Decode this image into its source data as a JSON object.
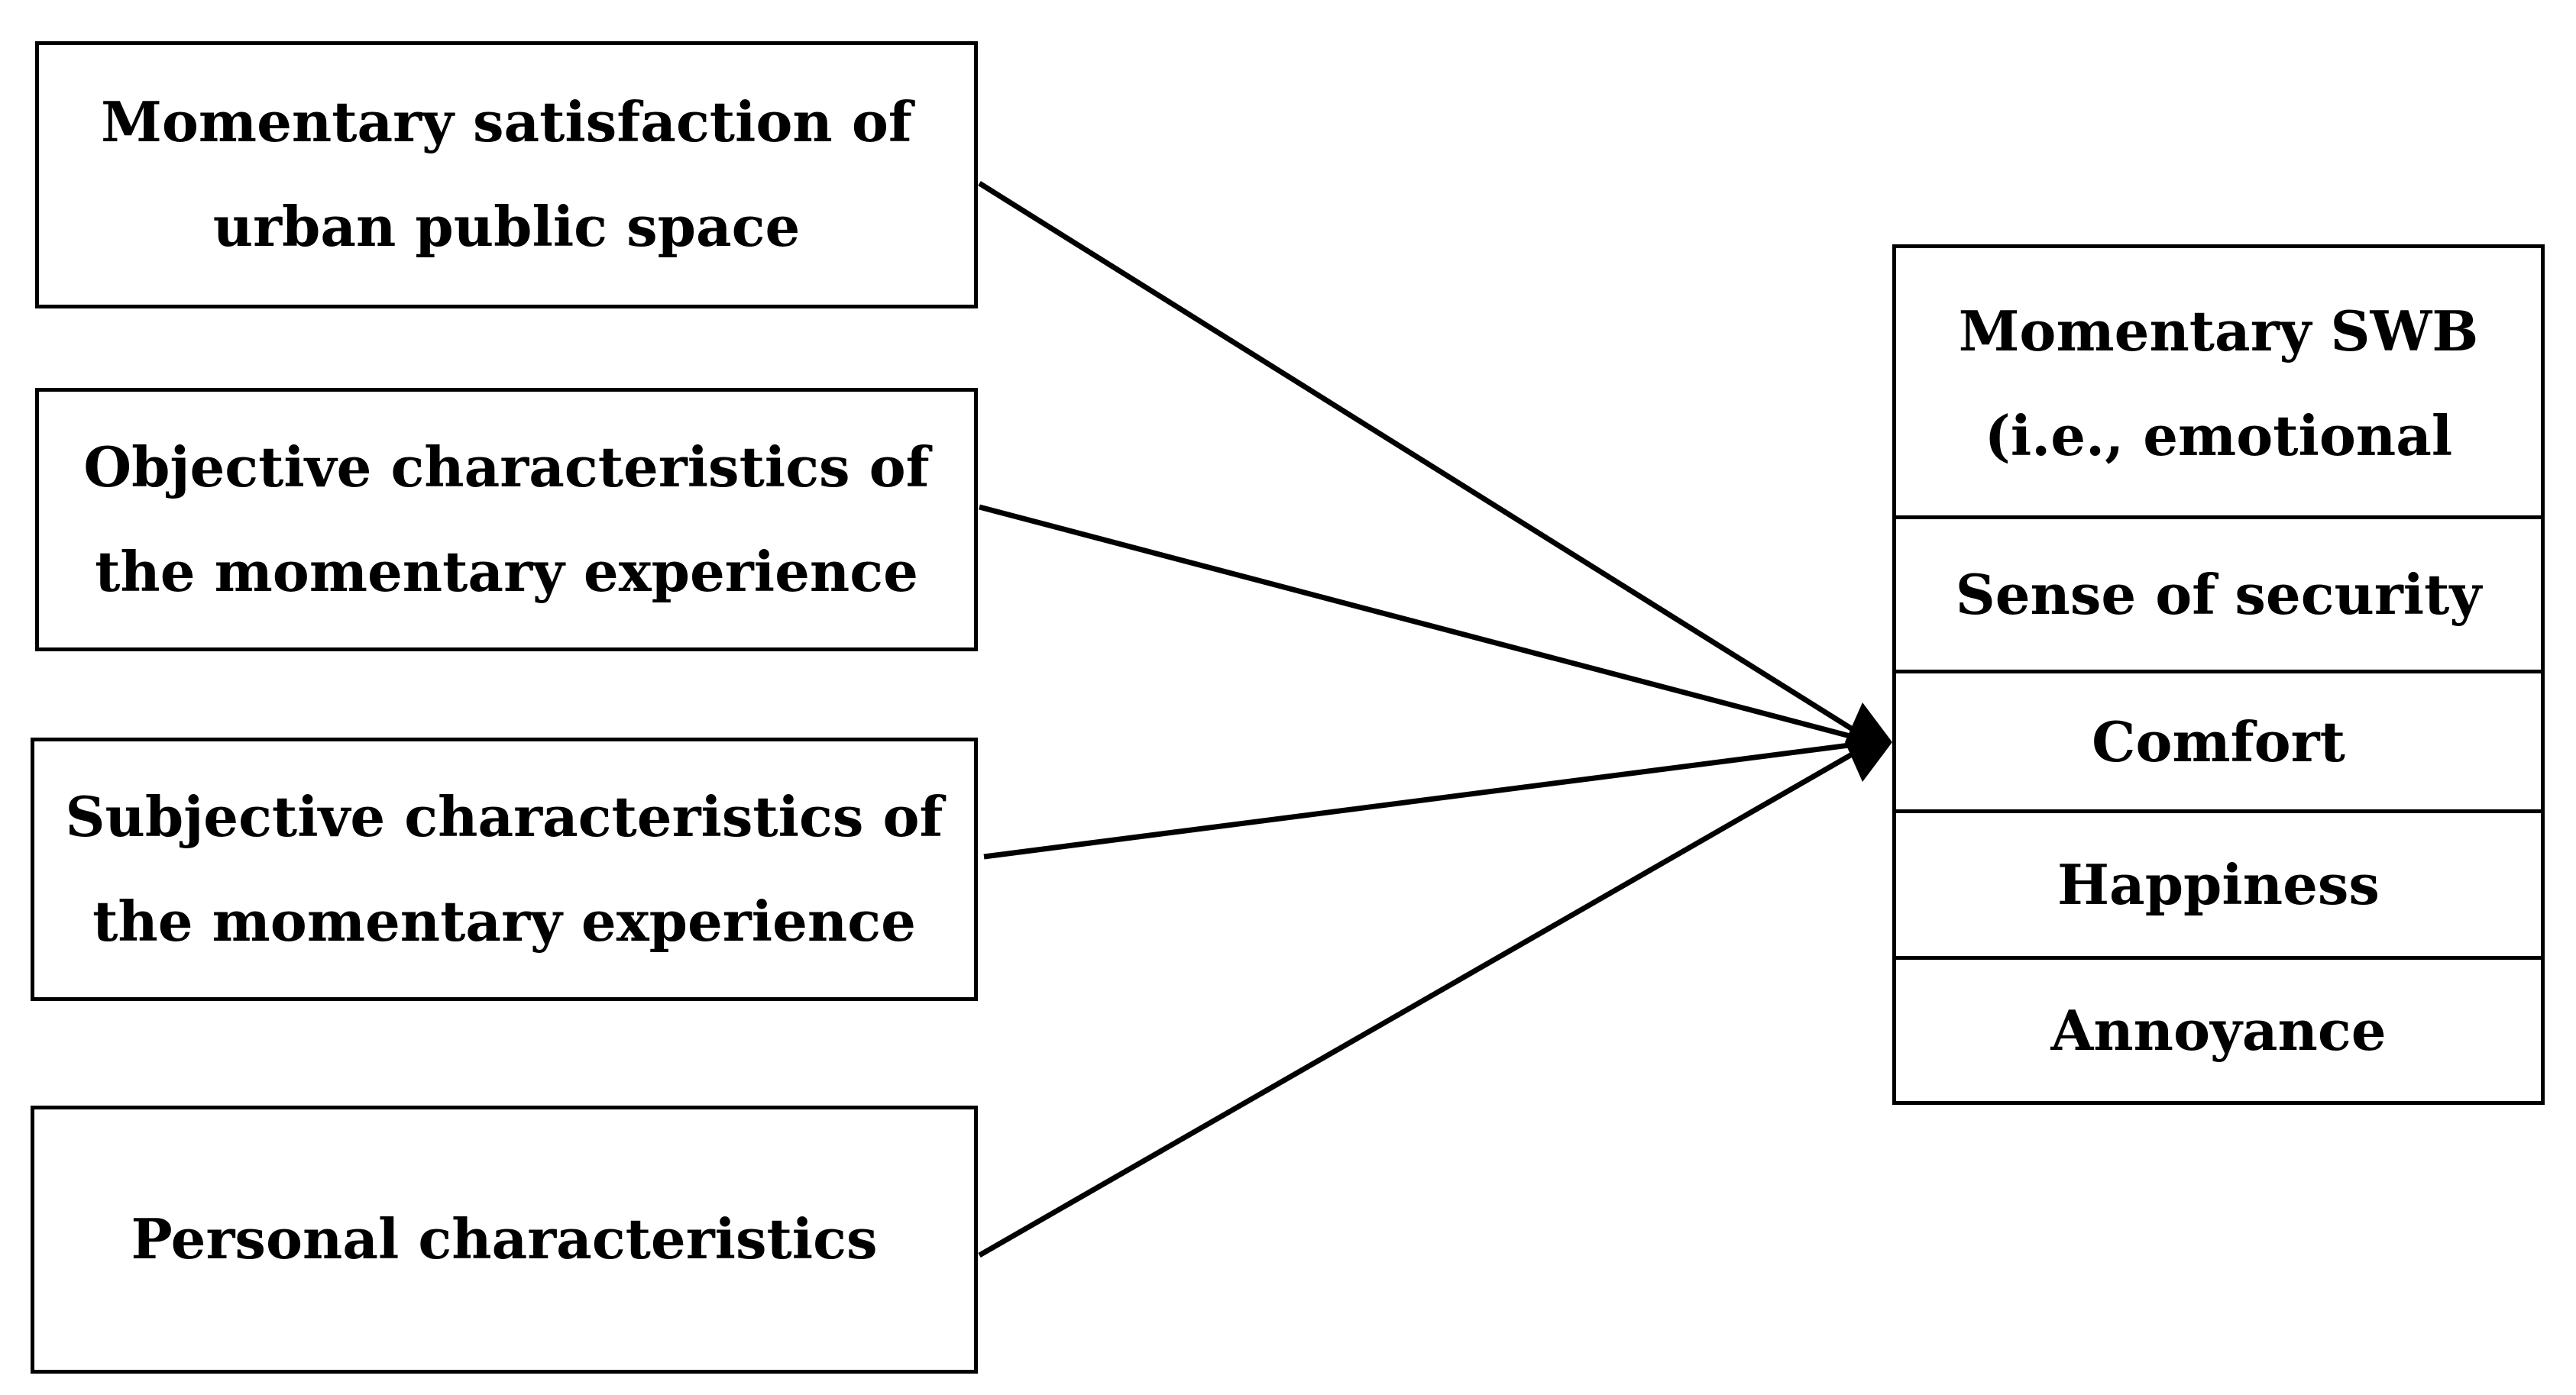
{
  "inputs": {
    "momentary_satisfaction": "Momentary satisfaction of\nurban public space",
    "objective": "Objective characteristics of\nthe momentary experience",
    "subjective": "Subjective characteristics of\nthe momentary experience",
    "personal": "Personal characteristics"
  },
  "outcome": {
    "header": "Momentary SWB\n(i.e., emotional",
    "items": [
      "Sense of security",
      "Comfort",
      "Happiness",
      "Annoyance"
    ]
  },
  "colors": {
    "stroke": "#000000",
    "background": "#ffffff"
  }
}
